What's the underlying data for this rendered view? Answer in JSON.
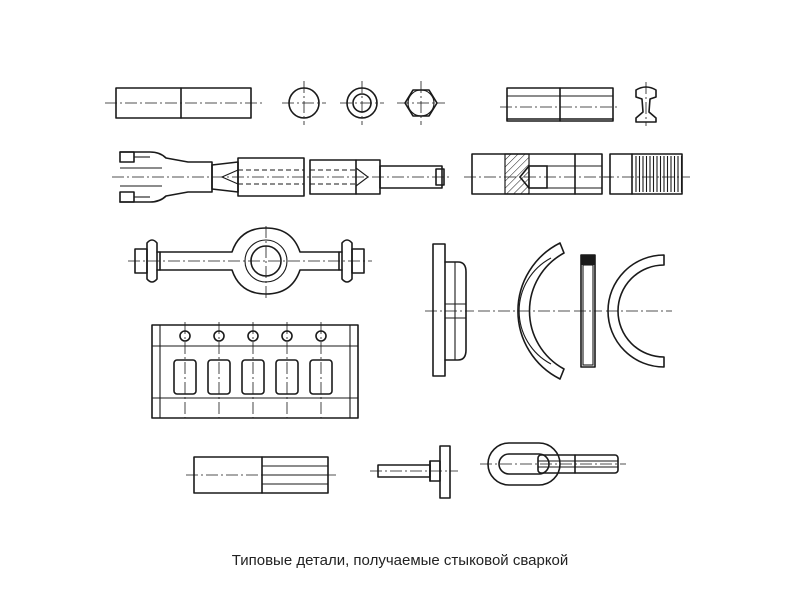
{
  "caption": "Типовые детали, получаемые стыковой сваркой",
  "parts": [
    "rod-butt-joint",
    "round-section",
    "tube-section",
    "hexagon-section",
    "rail-butt-joint",
    "rail-profile",
    "fork-shaft-assembly",
    "drill-with-shank",
    "knurled-cutter-blank",
    "axle-housing",
    "ring-flange",
    "half-ring-wide",
    "ring-section",
    "half-ring-narrow",
    "grate-frame",
    "bar-stock-joint",
    "valve-blank",
    "chain-link"
  ]
}
